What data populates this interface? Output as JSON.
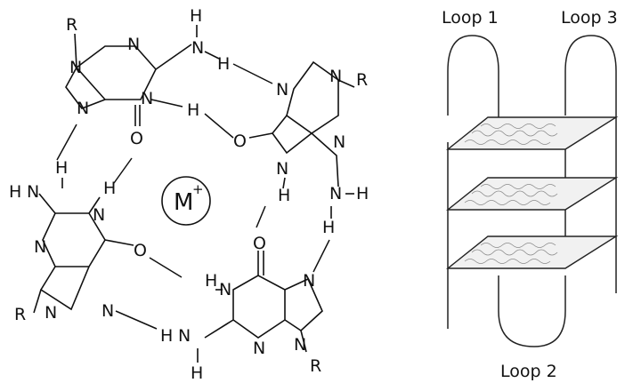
{
  "atoms": {
    "R": "R",
    "N": "N",
    "H": "H",
    "O": "O"
  },
  "metal": {
    "label": "M",
    "charge": "+"
  },
  "loops": [
    "Loop 1",
    "Loop 3",
    "Loop 2"
  ]
}
